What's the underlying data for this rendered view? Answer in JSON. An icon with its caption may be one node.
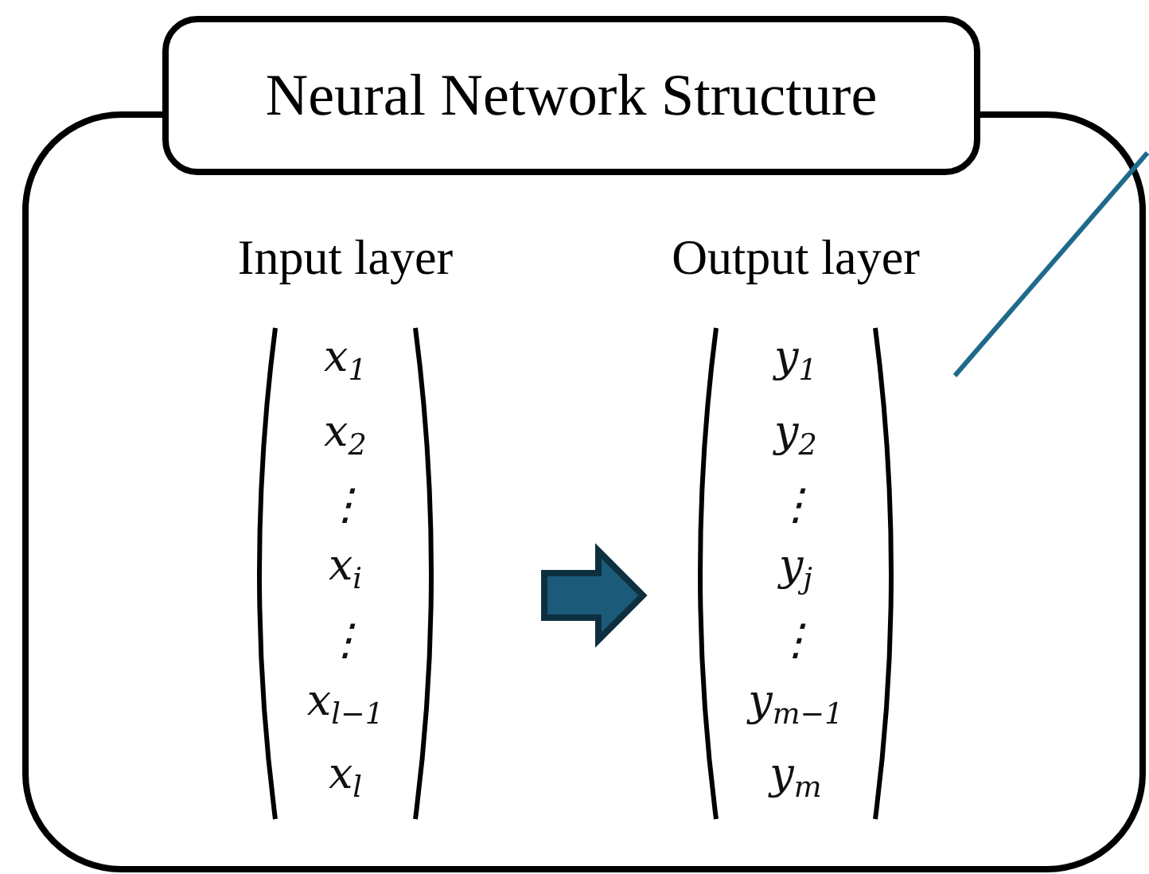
{
  "diagram": {
    "nodes": [
      {
        "text": [
          "Neural Network Structure"
        ]
      },
      {
        "text": [
          "Input layer",
          "x$_{1}$",
          "x$_{2}$",
          "⋮",
          "x$_{i}$",
          "⋮",
          "x$_{l−1}$",
          "x$_{l}$"
        ],
        "in": 0
      },
      {
        "text": [
          "Output layer",
          "y$_{1}$",
          "y$_{2}$",
          "⋮",
          "y$_{j}$",
          "⋮",
          "y$_{m−1}$",
          "y$_{m}$"
        ],
        "in": 0
      }
    ],
    "edges": [
      {
        "from": 1,
        "to": 2,
        "arrow": "to",
        "style": "thick"
      },
      {
        "from": 2,
        "to": null,
        "arrow": "none",
        "color": "#1f6a8a"
      }
    ]
  }
}
